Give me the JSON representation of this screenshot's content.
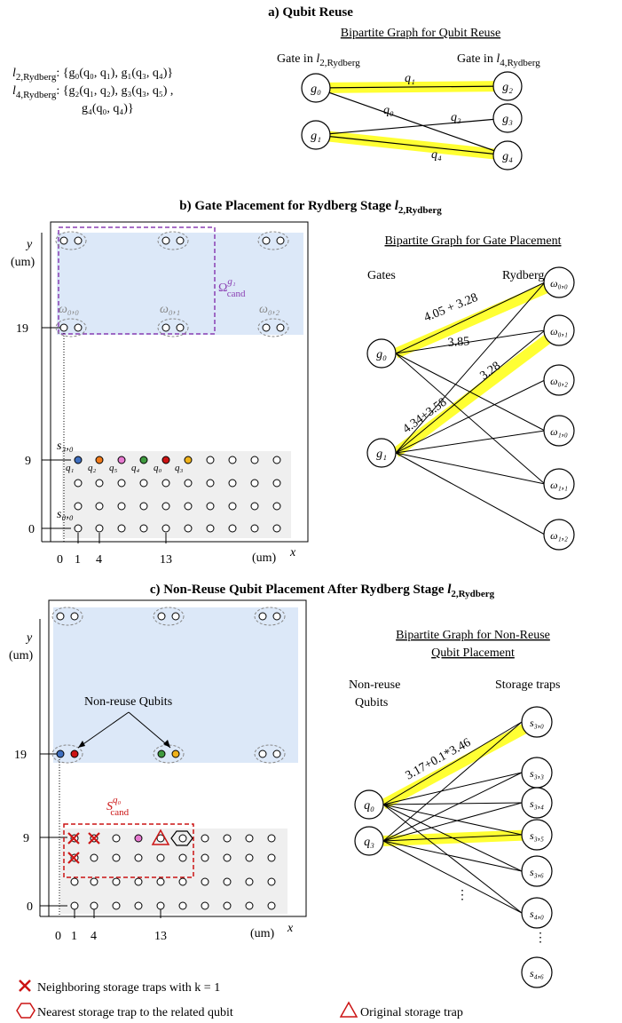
{
  "section_a": {
    "title": "a) Qubit Reuse",
    "graph_title": "Bipartite Graph for Qubit Reuse",
    "left_header_prefix": "Gate in ",
    "left_header_var": "l",
    "left_header_sub": "2,Rydberg",
    "right_header_prefix": "Gate in ",
    "right_header_var": "l",
    "right_header_sub": "4,Rydberg",
    "layer2_sub": "2,Rydberg",
    "layer2_text": ": {g₀(q₀, q₁), g₁(q₃, q₄)}",
    "layer4_sub": "4,Rydberg",
    "layer4_text_1": ": {g₂(q₁, q₂), g₃(q₃, q₅) ,",
    "layer4_text_2": "g₄(q₀, q₄)}",
    "nodes": [
      "g₀",
      "g₁",
      "g₂",
      "g₃",
      "g₄"
    ],
    "edge_labels": [
      "q₁",
      "q₀",
      "q₃",
      "q₄"
    ]
  },
  "section_b": {
    "title_prefix": "b) Gate Placement for Rydberg Stage ",
    "title_var": "l",
    "title_sub": "2,Rydberg",
    "axis_y": "y",
    "axis_y_unit": "(um)",
    "axis_x": "x",
    "axis_x_unit": "(um)",
    "y_ticks": [
      "19",
      "9",
      "0"
    ],
    "x_ticks": [
      "0",
      "1",
      "4",
      "13"
    ],
    "site_labels": [
      "ω₀,₀",
      "ω₀,₁",
      "ω₀,₂"
    ],
    "cand_label": "Ω",
    "cand_sup": "g₁",
    "cand_sub": "cand",
    "storage_labels": [
      "s₃,₀",
      "s₀,₀"
    ],
    "qubit_labels": [
      "q₁",
      "q₂",
      "q₅",
      "q₄",
      "q₀",
      "q₃"
    ],
    "qubit_colors": [
      "#3f6fbf",
      "#f07a1a",
      "#e67ad0",
      "#3f9a3f",
      "#cc1414",
      "#f0b21a"
    ],
    "graph_title": "Bipartite Graph for Gate Placement",
    "left_header": "Gates",
    "right_header": "Rydberg Sites",
    "gates": [
      "g₀",
      "g₁"
    ],
    "sites": [
      "ω₀,₀",
      "ω₀,₁",
      "ω₀,₂",
      "ω₁,₀",
      "ω₁,₁",
      "ω₁,₂"
    ],
    "edge_labels": [
      "4.05 + 3.28",
      "3.85",
      "3.28",
      "4.34+3.58"
    ]
  },
  "section_c": {
    "title_prefix": "c) Non-Reuse Qubit Placement After Rydberg Stage ",
    "title_var": "l",
    "title_sub": "2,Rydberg",
    "axis_y": "y",
    "axis_y_unit": "(um)",
    "axis_x": "x",
    "axis_x_unit": "(um)",
    "y_ticks": [
      "19",
      "9",
      "0"
    ],
    "x_ticks": [
      "0",
      "1",
      "4",
      "13"
    ],
    "annotation": "Non-reuse Qubits",
    "cand_label": "S",
    "cand_sup": "q₀",
    "cand_sub": "cand",
    "graph_title_1": "Bipartite Graph for Non-Reuse",
    "graph_title_2": "Qubit Placement",
    "left_header_1": "Non-reuse",
    "left_header_2": "Qubits",
    "right_header": "Storage traps",
    "qubits": [
      "q₀",
      "q₃"
    ],
    "traps": [
      "s₃,₀",
      "s₃,₃",
      "s₃,₄",
      "s₃,₅",
      "s₃,₆",
      "s₄,₀",
      "s₄,₆"
    ],
    "edge_label": "3.17+0.1*3.46",
    "dots": "⋮"
  },
  "legend": {
    "cross_text": "Neighboring storage traps with k = 1",
    "hexagon_text": "Nearest storage trap to the related qubit",
    "triangle_text": "Original storage trap"
  },
  "colors": {
    "highlight": "#ffff33",
    "rydberg_zone": "#dce8f8",
    "storage_zone": "#efefef",
    "candidate_purple": "#8a3fb3",
    "candidate_red": "#cc1414"
  }
}
